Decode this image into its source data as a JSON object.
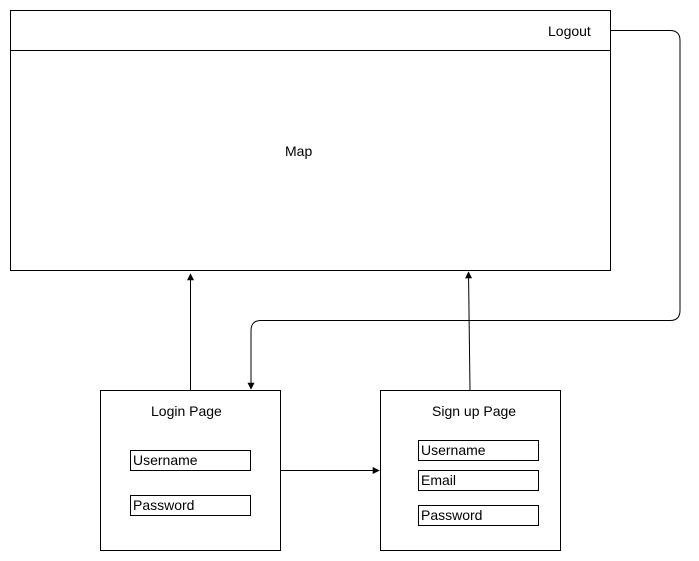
{
  "main_screen": {
    "logout_label": "Logout",
    "map_label": "Map"
  },
  "login_page": {
    "title": "Login Page",
    "username_field": "Username",
    "password_field": "Password"
  },
  "signup_page": {
    "title": "Sign up Page",
    "username_field": "Username",
    "email_field": "Email",
    "password_field": "Password"
  },
  "colors": {
    "stroke": "#000000",
    "background": "#ffffff"
  }
}
